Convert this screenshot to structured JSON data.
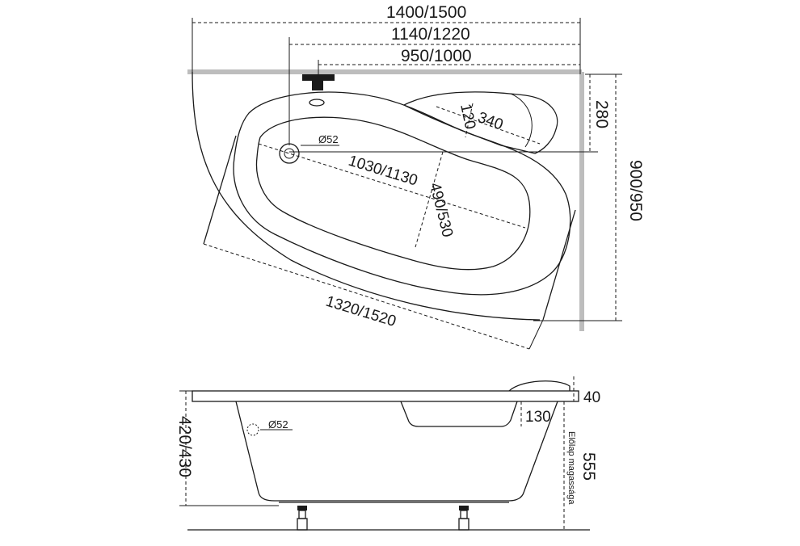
{
  "top_view": {
    "dimensions": {
      "overall_width": "1400/1500",
      "mid_width": "1140/1220",
      "inner_width": "950/1000",
      "depth_right": "900/950",
      "headrest_offset": "280",
      "headrest_length": "340",
      "headrest_width": "120",
      "inner_length": "1030/1130",
      "inner_width_cross": "490/530",
      "outer_diagonal": "1320/1520",
      "drain_diameter": "Ø52"
    }
  },
  "side_view": {
    "dimensions": {
      "rim_thickness": "40",
      "seat_depth": "130",
      "tub_height": "420/430",
      "front_panel_height": "555",
      "front_panel_label": "Előlap magassága",
      "overflow_diameter": "Ø52"
    }
  },
  "colors": {
    "line": "#1a1a1a",
    "wall": "#bdbdbd"
  }
}
